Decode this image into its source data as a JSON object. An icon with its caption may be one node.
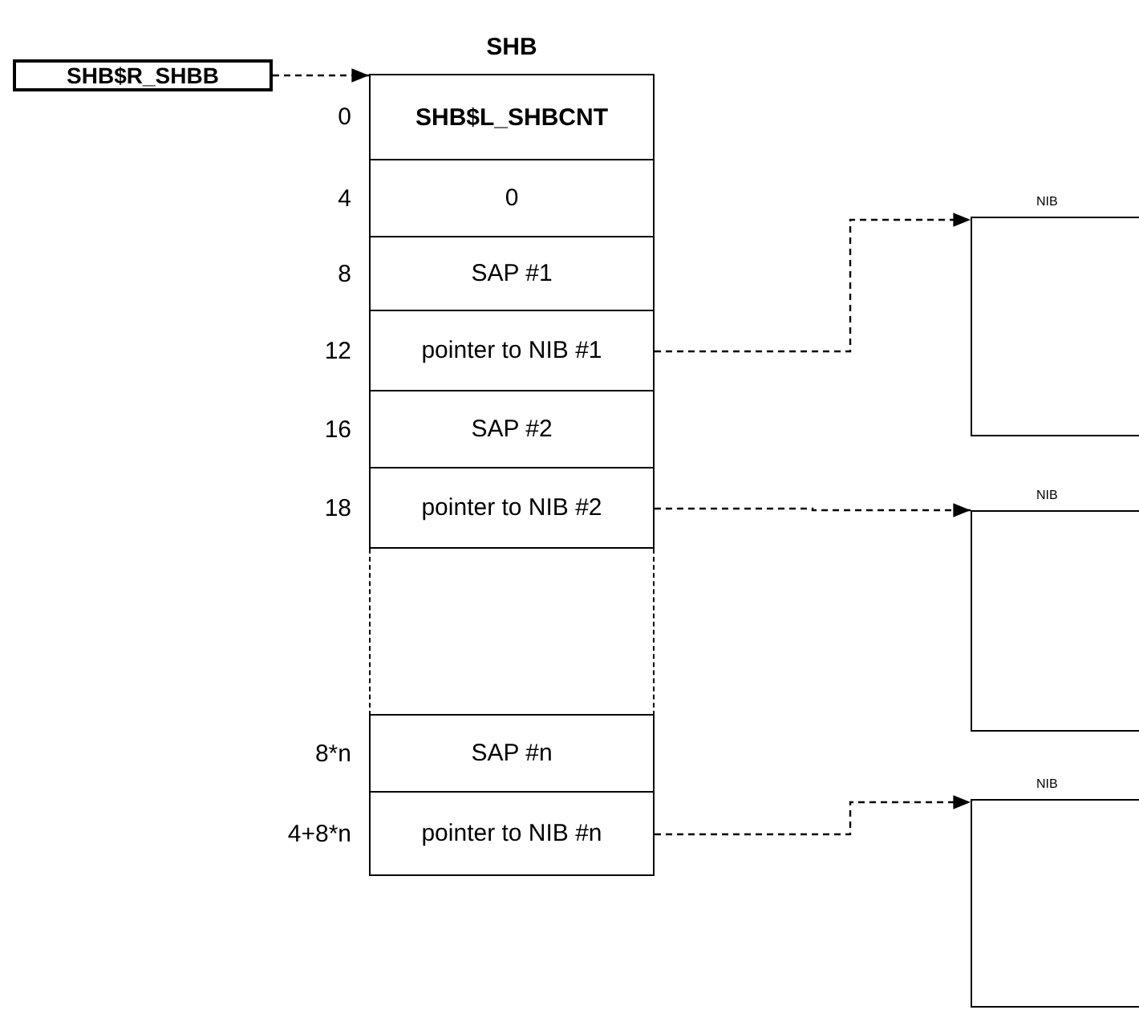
{
  "diagram": {
    "nodes": [
      {
        "text": [
          "SHB"
        ]
      },
      {
        "text": [
          "SHB$L_SHBCNT"
        ],
        "in": 0,
        "beside": [
          "0"
        ]
      },
      {
        "text": [
          "0"
        ],
        "in": 0,
        "beside": [
          "4"
        ]
      },
      {
        "text": [
          "SAP #1"
        ],
        "in": 0,
        "beside": [
          "8"
        ]
      },
      {
        "text": [
          "pointer to NIB #1"
        ],
        "in": 0,
        "beside": [
          "12"
        ]
      },
      {
        "text": [
          "SAP #2"
        ],
        "in": 0,
        "beside": [
          "16"
        ]
      },
      {
        "text": [
          "pointer to NIB #2"
        ],
        "in": 0,
        "beside": [
          "18"
        ]
      },
      {
        "text": [],
        "shape": "box",
        "in": 0
      },
      {
        "text": [
          "SAP #n"
        ],
        "in": 0,
        "beside": [
          "8*n"
        ]
      },
      {
        "text": [
          "pointer to NIB #n"
        ],
        "in": 0,
        "beside": [
          "4+8*n"
        ]
      },
      {
        "text": [
          "SHB$R_SHBB"
        ]
      },
      {
        "text": [
          "NIB"
        ]
      },
      {
        "text": [
          "NIB"
        ]
      },
      {
        "text": [
          "NIB"
        ]
      }
    ],
    "edges": [
      {
        "from": 10,
        "to": 0,
        "arrow": "to",
        "style": "dashed"
      },
      {
        "from": 4,
        "to": 11,
        "arrow": "to",
        "style": "dashed"
      },
      {
        "from": 6,
        "to": 12,
        "arrow": "to",
        "style": "dashed"
      },
      {
        "from": 9,
        "to": 13,
        "arrow": "to",
        "style": "dashed"
      }
    ]
  }
}
